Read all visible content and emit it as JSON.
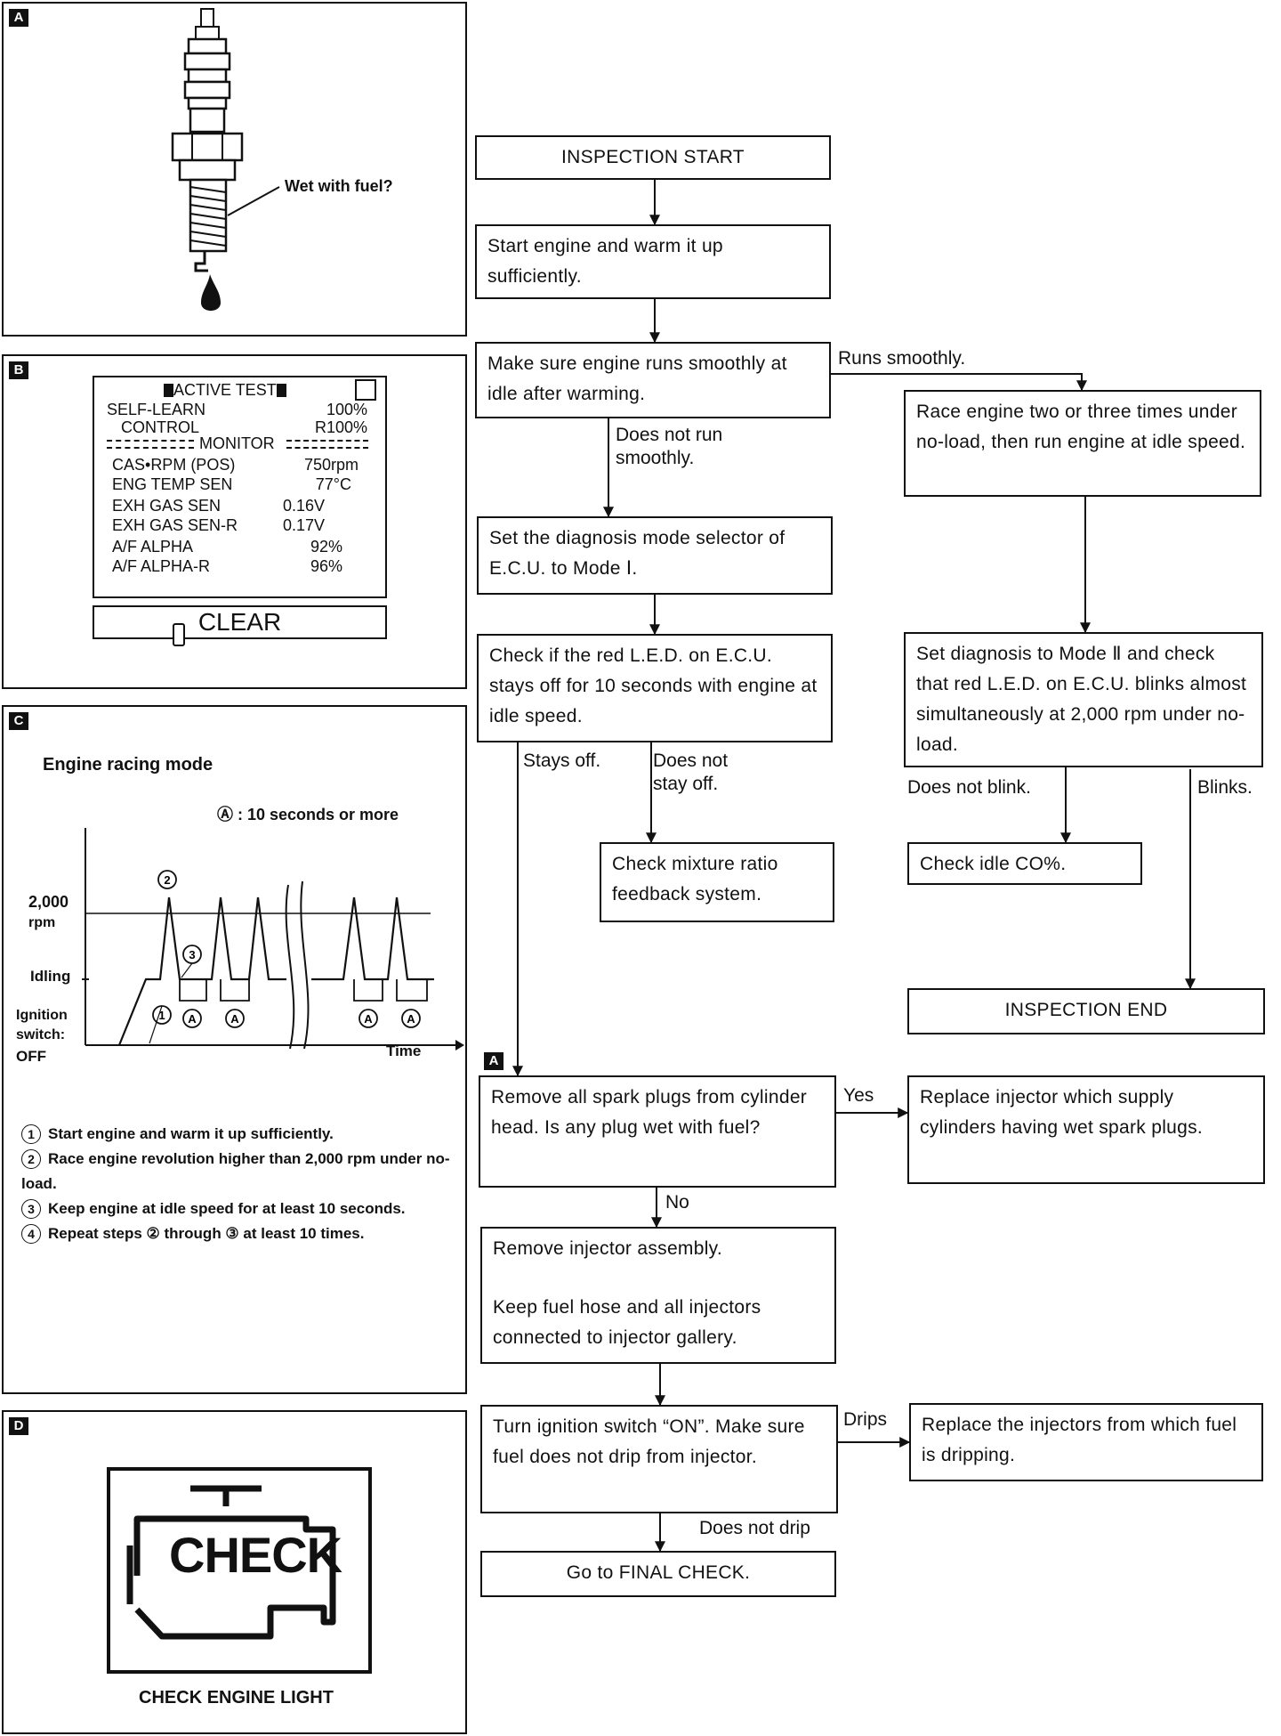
{
  "panels": {
    "a": {
      "tag": "A",
      "callout": "Wet with fuel?"
    },
    "b": {
      "tag": "B",
      "title": "ACTIVE TEST",
      "rows": [
        {
          "label": "SELF-LEARN",
          "value": "100%"
        },
        {
          "label": "CONTROL",
          "value": "R100%"
        },
        {
          "label": "CAS•RPM (POS)",
          "value": "750rpm"
        },
        {
          "label": "ENG TEMP SEN",
          "value": "77°C"
        },
        {
          "label": "EXH GAS SEN",
          "value": "0.16V"
        },
        {
          "label": "EXH GAS SEN-R",
          "value": "0.17V"
        },
        {
          "label": "A/F ALPHA",
          "value": "92%"
        },
        {
          "label": "A/F ALPHA-R",
          "value": "96%"
        }
      ],
      "monitor": "MONITOR",
      "clear_button": "CLEAR"
    },
    "c": {
      "tag": "C",
      "title": "Engine racing mode",
      "legend": "Ⓐ : 10 seconds or more",
      "y_2000": "2,000",
      "y_rpm": "rpm",
      "y_idling": "Idling",
      "y_ign1": "Ignition",
      "y_ign2": "switch:",
      "y_off": "OFF",
      "x_time": "Time",
      "mark_a": "A",
      "steps": [
        {
          "num": "1",
          "text": "Start engine and warm it up sufficiently."
        },
        {
          "num": "2",
          "text": "Race engine revolution higher than 2,000 rpm under no-load."
        },
        {
          "num": "3",
          "text": "Keep engine at idle speed for at least 10 seconds."
        },
        {
          "num": "4",
          "text": "Repeat steps ② through ③ at least 10 times."
        }
      ]
    },
    "d": {
      "tag": "D",
      "icon_text": "CHECK",
      "caption": "CHECK ENGINE LIGHT"
    }
  },
  "flow": {
    "start": "INSPECTION START",
    "warm": "Start engine and warm it up sufficiently.",
    "smooth": "Make sure engine runs smoothly at idle after warming.",
    "lbl_runs": "Runs smoothly.",
    "lbl_not_run": "Does not run\nsmoothly.",
    "race": "Race engine two or three times under no-load, then run engine at idle speed.",
    "mode1": "Set the diagnosis mode selector of E.C.U. to Mode Ⅰ.",
    "led_off": "Check if the red L.E.D. on E.C.U. stays off for 10 seconds with engine at idle speed.",
    "lbl_stays": "Stays off.",
    "lbl_not_stay": "Does not\nstay off.",
    "mixture": "Check mixture ratio feedback system.",
    "mode2": "Set diagnosis to Mode Ⅱ and check that red L.E.D. on E.C.U. blinks almost simultaneously at 2,000 rpm under no-load.",
    "lbl_not_blink": "Does not blink.",
    "lbl_blinks": "Blinks.",
    "idle_co": "Check idle CO%.",
    "end": "INSPECTION END",
    "ref_a": "A",
    "remove_plugs": "Remove all spark plugs from cylinder head. Is any plug wet with fuel?",
    "lbl_yes": "Yes",
    "replace_wet": "Replace injector which supply cylinders having wet spark plugs.",
    "lbl_no": "No",
    "remove_inj_1": "Remove injector assembly.",
    "remove_inj_2": "Keep fuel hose and all injectors connected to injector gallery.",
    "ignition": "Turn ignition switch “ON”. Make sure fuel does not drip from injector.",
    "lbl_drips": "Drips",
    "replace_drip": "Replace the injectors from which fuel is dripping.",
    "lbl_no_drip": "Does not drip",
    "final": "Go to FINAL CHECK."
  }
}
